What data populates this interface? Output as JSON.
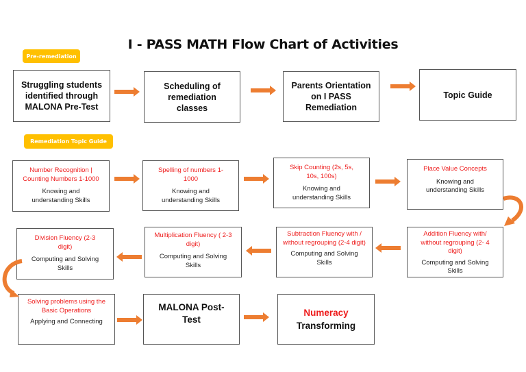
{
  "title": "I - PASS MATH Flow Chart of Activities",
  "colors": {
    "arrow": "#ed7d31",
    "tag": "#ffc000",
    "highlight": "#ee1c1c"
  },
  "sections": {
    "pre_remediation": {
      "label": "Pre-remediation",
      "steps": [
        {
          "text": "Struggling students identified through MALONA Pre-Test"
        },
        {
          "text": "Scheduling of remediation classes"
        },
        {
          "text": "Parents Orientation on I PASS Remediation"
        },
        {
          "text": "Topic Guide"
        }
      ]
    },
    "remediation_topic_guide": {
      "label": "Remediation Topic Guide",
      "steps": [
        {
          "topic": "Number Recognition | Counting Numbers 1-1000",
          "skill": "Knowing and understanding Skills"
        },
        {
          "topic": "Spelling of numbers 1-1000",
          "skill": "Knowing and understanding Skills"
        },
        {
          "topic": "Skip Counting (2s, 5s, 10s, 100s)",
          "skill": "Knowing and understanding Skills"
        },
        {
          "topic": "Place Value Concepts",
          "skill": "Knowing and understanding Skills"
        },
        {
          "topic": "Addition Fluency with/ without regrouping (2- 4 digit)",
          "skill": "Computing and Solving Skills"
        },
        {
          "topic": "Subtraction Fluency with / without regrouping (2-4 digit)",
          "skill": "Computing and Solving Skills"
        },
        {
          "topic": "Multiplication Fluency ( 2-3 digit)",
          "skill": "Computing and Solving Skills"
        },
        {
          "topic": "Division Fluency (2-3 digit)",
          "skill": "Computing and Solving Skills"
        },
        {
          "topic": "Solving problems using the Basic Operations",
          "skill": "Applying and Connecting"
        }
      ]
    },
    "final": {
      "post_test": "MALONA Post-Test",
      "outcome_highlight": "Numeracy",
      "outcome": "Transforming"
    }
  }
}
